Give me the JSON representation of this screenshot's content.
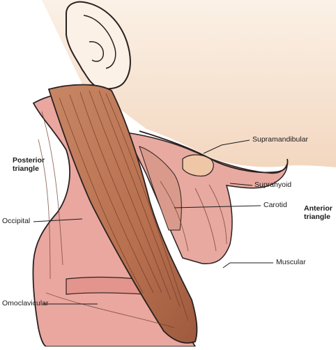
{
  "labels": {
    "supramandibular": "Supramandibular",
    "suprahyoid": "Suprahyoid",
    "carotid": "Carotid",
    "muscular": "Muscular",
    "occipital": "Occipital",
    "omoclavicular": "Omoclavicular",
    "posterior_triangle_line1": "Posterior",
    "posterior_triangle_line2": "triangle",
    "anterior_triangle_line1": "Anterior",
    "anterior_triangle_line2": "triangle"
  },
  "colors": {
    "skin_light": "#f6e2cf",
    "muscle_pink": "#e9a7a0",
    "muscle_dark": "#c07a62",
    "scm_brown": "#b8704f",
    "outline": "#2a2020"
  }
}
